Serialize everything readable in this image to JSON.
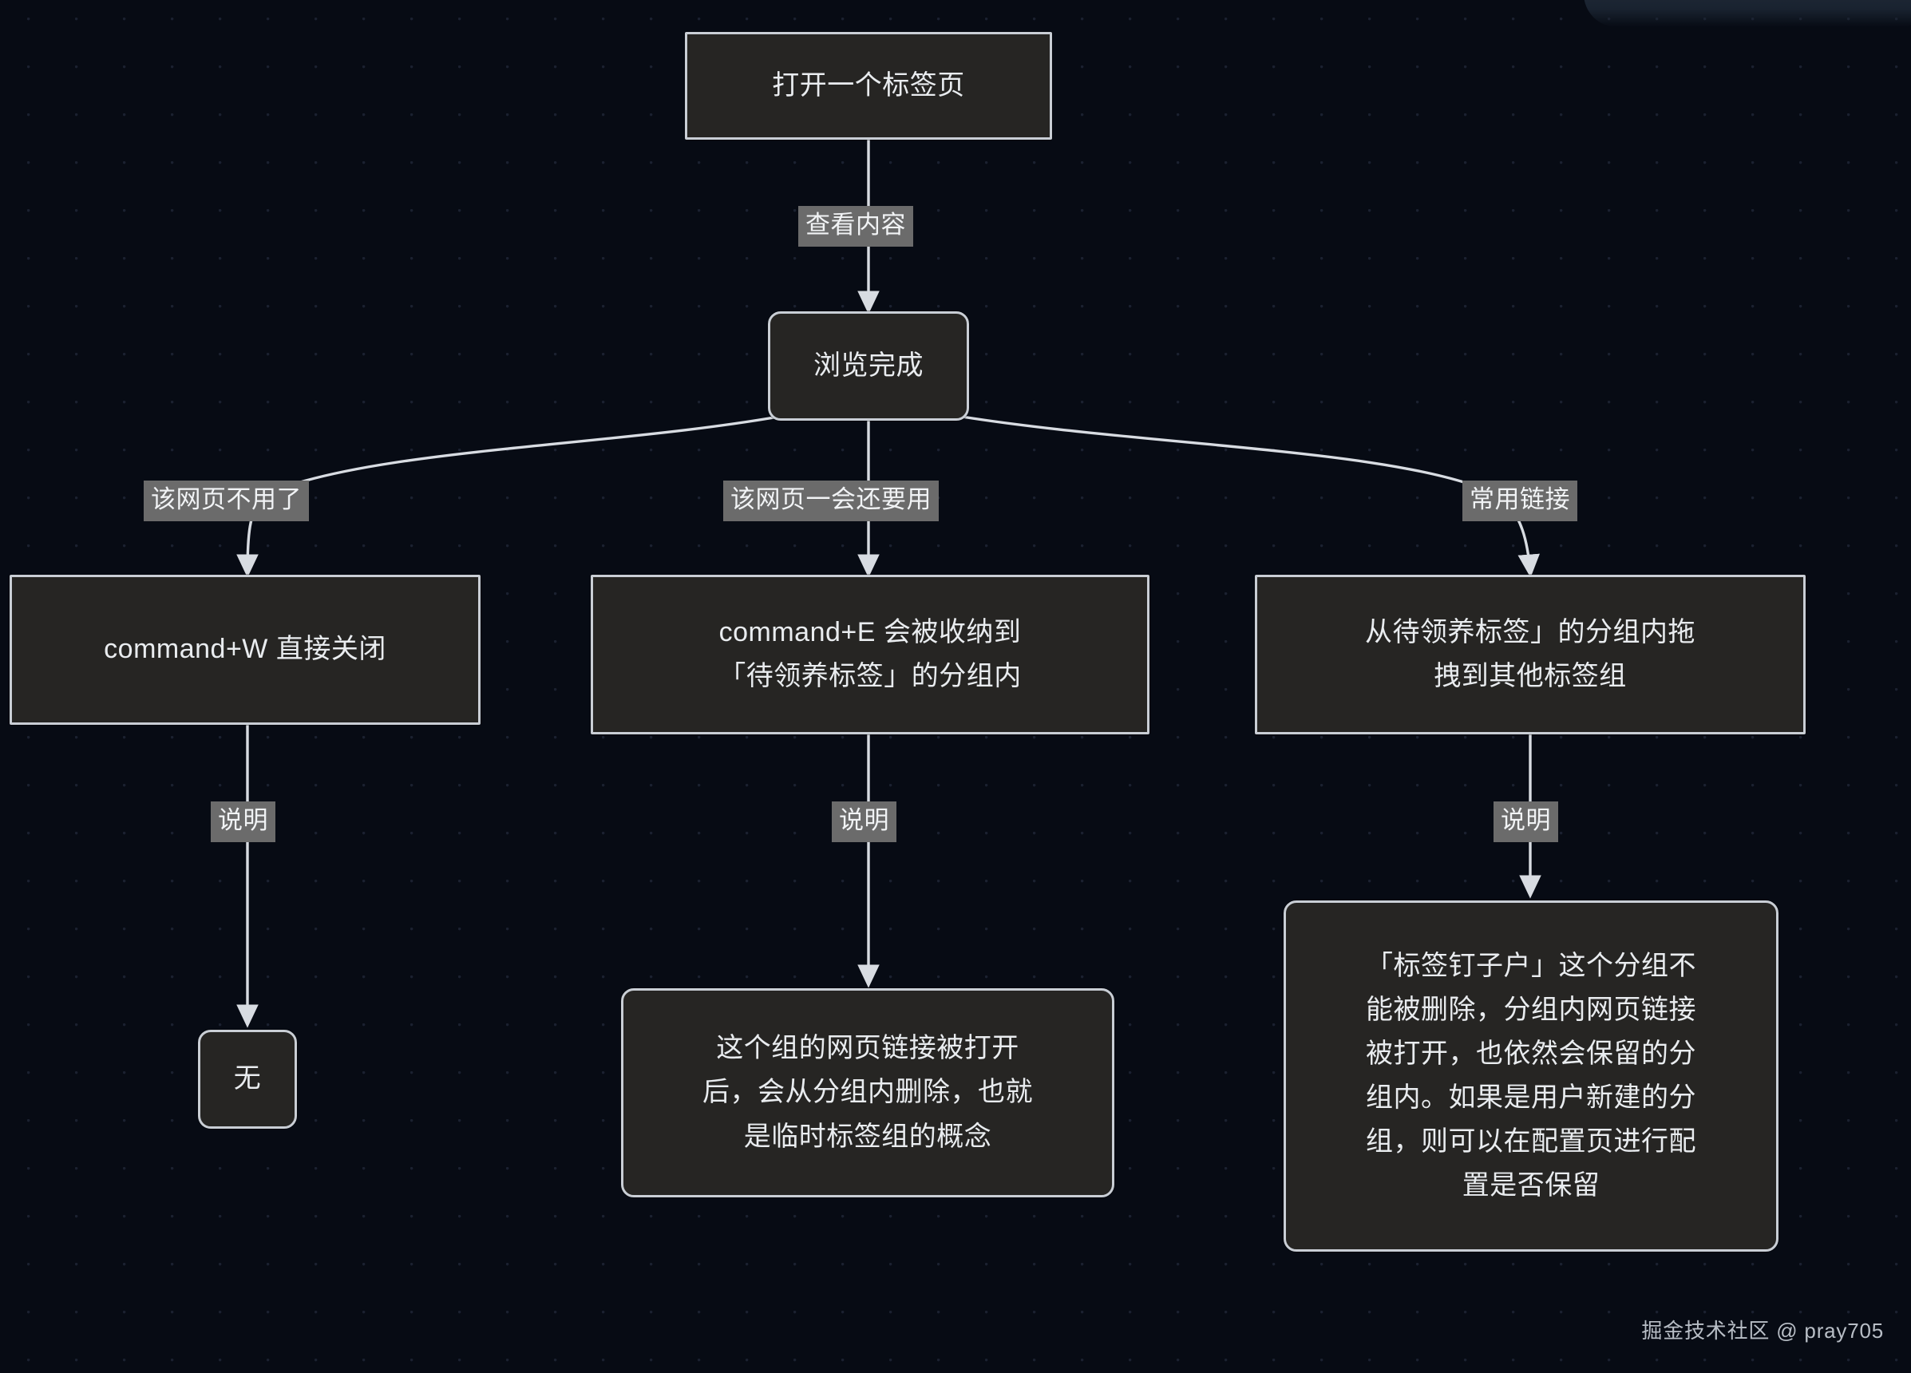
{
  "canvas": {
    "background_color": "#070b14",
    "dot_color": "#1b2130",
    "node_fill": "#262523",
    "node_border": "#c9ced5",
    "edge_color": "#d8dce2",
    "edge_label_bg": "#6b6b6b",
    "text_color": "#e9ecef"
  },
  "diagram": {
    "type": "flowchart",
    "direction": "top-down",
    "nodes": [
      {
        "id": "n1",
        "label": "打开一个标签页",
        "shape": "rectangle"
      },
      {
        "id": "n2",
        "label": "浏览完成",
        "shape": "rounded-rectangle"
      },
      {
        "id": "n3",
        "label": "command+W 直接关闭",
        "shape": "rectangle"
      },
      {
        "id": "n4",
        "label": "command+E 会被收纳到\n「待领养标签」的分组内",
        "shape": "rectangle"
      },
      {
        "id": "n5",
        "label": "从待领养标签」的分组内拖\n拽到其他标签组",
        "shape": "rectangle"
      },
      {
        "id": "n6",
        "label": "无",
        "shape": "rounded-rectangle"
      },
      {
        "id": "n7",
        "label": "这个组的网页链接被打开\n后，会从分组内删除，也就\n是临时标签组的概念",
        "shape": "rounded-rectangle"
      },
      {
        "id": "n8",
        "label": "「标签钉子户」这个分组不\n能被删除，分组内网页链接\n被打开，也依然会保留的分\n组内。如果是用户新建的分\n组，则可以在配置页进行配\n置是否保留",
        "shape": "rounded-rectangle"
      }
    ],
    "edges": [
      {
        "from": "n1",
        "to": "n2",
        "label": "查看内容"
      },
      {
        "from": "n2",
        "to": "n3",
        "label": "该网页不用了"
      },
      {
        "from": "n2",
        "to": "n4",
        "label": "该网页一会还要用"
      },
      {
        "from": "n2",
        "to": "n5",
        "label": "常用链接"
      },
      {
        "from": "n3",
        "to": "n6",
        "label": "说明"
      },
      {
        "from": "n4",
        "to": "n7",
        "label": "说明"
      },
      {
        "from": "n5",
        "to": "n8",
        "label": "说明"
      }
    ]
  },
  "watermark": {
    "text": "掘金技术社区 @ pray705"
  }
}
